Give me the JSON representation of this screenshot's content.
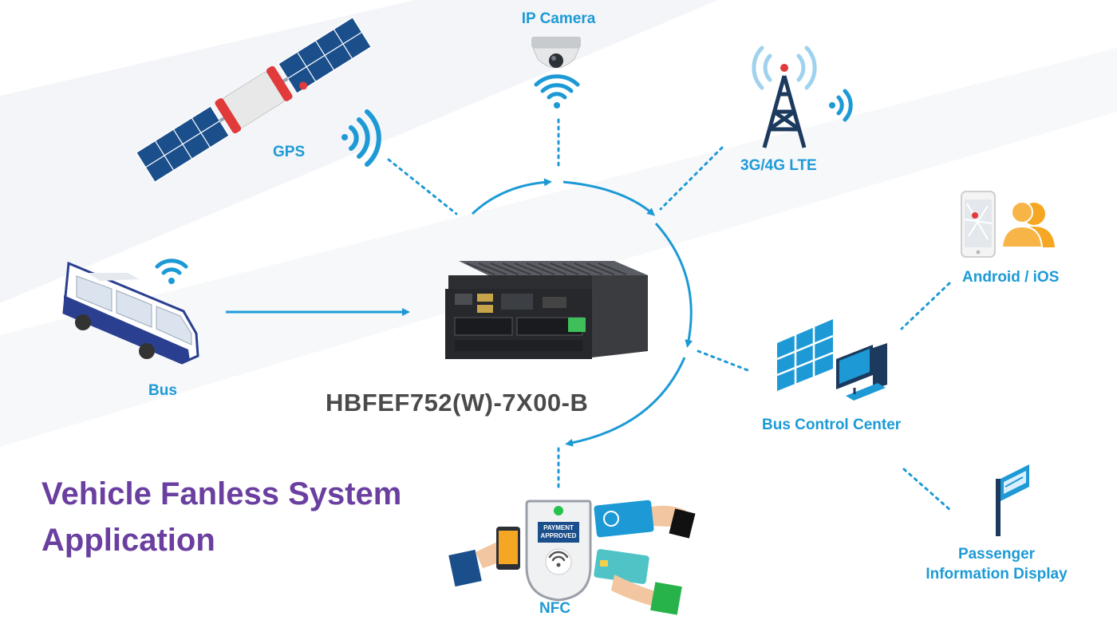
{
  "nodes": {
    "ip_camera": "IP Camera",
    "gps": "GPS",
    "lte": "3G/4G LTE",
    "android_ios": "Android / iOS",
    "bus": "Bus",
    "bus_control_center": "Bus Control Center",
    "passenger_display_line1": "Passenger",
    "passenger_display_line2": "Information Display",
    "nfc": "NFC"
  },
  "device_model": "HBFEF752(W)-7X00-B",
  "title": {
    "line1": "Vehicle Fanless System",
    "line2": "Application"
  },
  "payment_screen": {
    "line1": "PAYMENT",
    "line2": "APPROVED"
  },
  "colors": {
    "accent_blue": "#1d9ad6",
    "title_purple": "#6a3fa0",
    "model_gray": "#4a4a4a",
    "tower_navy": "#1c3a5e",
    "person_orange": "#f5a623",
    "status_green": "#27c24c"
  }
}
